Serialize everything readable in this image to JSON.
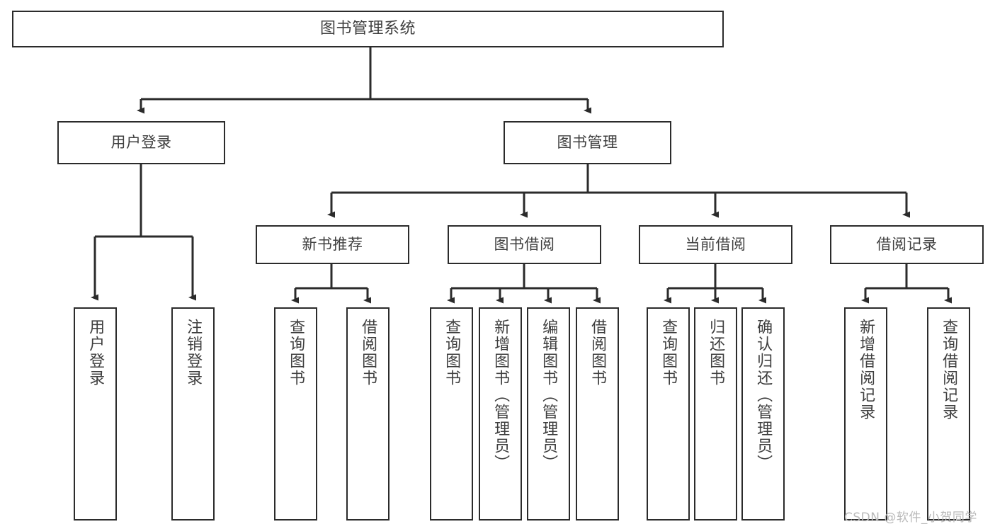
{
  "diagram": {
    "type": "tree-hierarchy",
    "title_text": "图书管理系统",
    "orientation": "top-down",
    "colors": {
      "background": "#ffffff",
      "box_border": "#2b2b2b",
      "box_fill": "#ffffff",
      "text": "#3f3f3f",
      "connector": "#2b2b2b",
      "watermark": "#b9b9b9"
    },
    "levels": {
      "level1": [
        "图书管理系统"
      ],
      "level2": [
        "用户登录",
        "图书管理"
      ],
      "level3": [
        "新书推荐",
        "图书借阅",
        "当前借阅",
        "借阅记录"
      ],
      "level4": [
        "用户登录",
        "注销登录",
        "查询图书",
        "借阅图书",
        "查询图书",
        "新增图书（管理员）",
        "编辑图书（管理员）",
        "借阅图书",
        "查询图书",
        "归还图书",
        "确认归还（管理员）",
        "新增借阅记录",
        "查询借阅记录"
      ]
    }
  },
  "root": {
    "label": "图书管理系统"
  },
  "branches": [
    {
      "id": "user-login",
      "label": "用户登录",
      "children": [
        {
          "id": "user-login-leaf",
          "label": "用户登录"
        },
        {
          "id": "user-logout-leaf",
          "label": "注销登录"
        }
      ]
    },
    {
      "id": "book-management",
      "label": "图书管理",
      "children": [
        {
          "id": "new-book-recommend",
          "label": "新书推荐",
          "children": [
            {
              "id": "query-book-1",
              "label": "查询图书"
            },
            {
              "id": "borrow-book-1",
              "label": "借阅图书"
            }
          ]
        },
        {
          "id": "book-borrow",
          "label": "图书借阅",
          "children": [
            {
              "id": "query-book-2",
              "label": "查询图书"
            },
            {
              "id": "add-book-admin",
              "label": "新增图书（管理员）"
            },
            {
              "id": "edit-book-admin",
              "label": "编辑图书（管理员）"
            },
            {
              "id": "borrow-book-2",
              "label": "借阅图书"
            }
          ]
        },
        {
          "id": "current-borrow",
          "label": "当前借阅",
          "children": [
            {
              "id": "query-book-3",
              "label": "查询图书"
            },
            {
              "id": "return-book",
              "label": "归还图书"
            },
            {
              "id": "confirm-return-admin",
              "label": "确认归还（管理员）"
            }
          ]
        },
        {
          "id": "borrow-record",
          "label": "借阅记录",
          "children": [
            {
              "id": "add-borrow-record",
              "label": "新增借阅记录"
            },
            {
              "id": "query-borrow-record",
              "label": "查询借阅记录"
            }
          ]
        }
      ]
    }
  ],
  "watermark": {
    "text": "CSDN @软件_小贺同学"
  }
}
